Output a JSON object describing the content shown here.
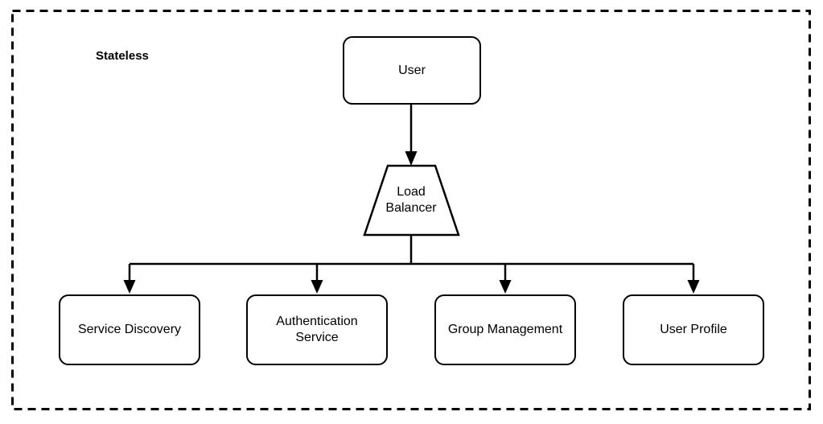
{
  "diagram": {
    "boundary_label": "Stateless",
    "nodes": {
      "user": {
        "label": "User",
        "shape": "rounded-rectangle"
      },
      "load_balancer": {
        "label": "Load\nBalancer",
        "shape": "trapezoid"
      },
      "services": [
        {
          "label": "Service Discovery",
          "shape": "rounded-rectangle"
        },
        {
          "label": "Authentication\nService",
          "shape": "rounded-rectangle"
        },
        {
          "label": "Group Management",
          "shape": "rounded-rectangle"
        },
        {
          "label": "User Profile",
          "shape": "rounded-rectangle"
        }
      ]
    },
    "edges": [
      {
        "from": "User",
        "to": "Load Balancer"
      },
      {
        "from": "Load Balancer",
        "to": "Service Discovery"
      },
      {
        "from": "Load Balancer",
        "to": "Authentication Service"
      },
      {
        "from": "Load Balancer",
        "to": "Group Management"
      },
      {
        "from": "Load Balancer",
        "to": "User Profile"
      }
    ],
    "colors": {
      "stroke": "#000000",
      "node_fill": "#ffffff",
      "background": "#ffffff",
      "text": "#000000"
    }
  }
}
